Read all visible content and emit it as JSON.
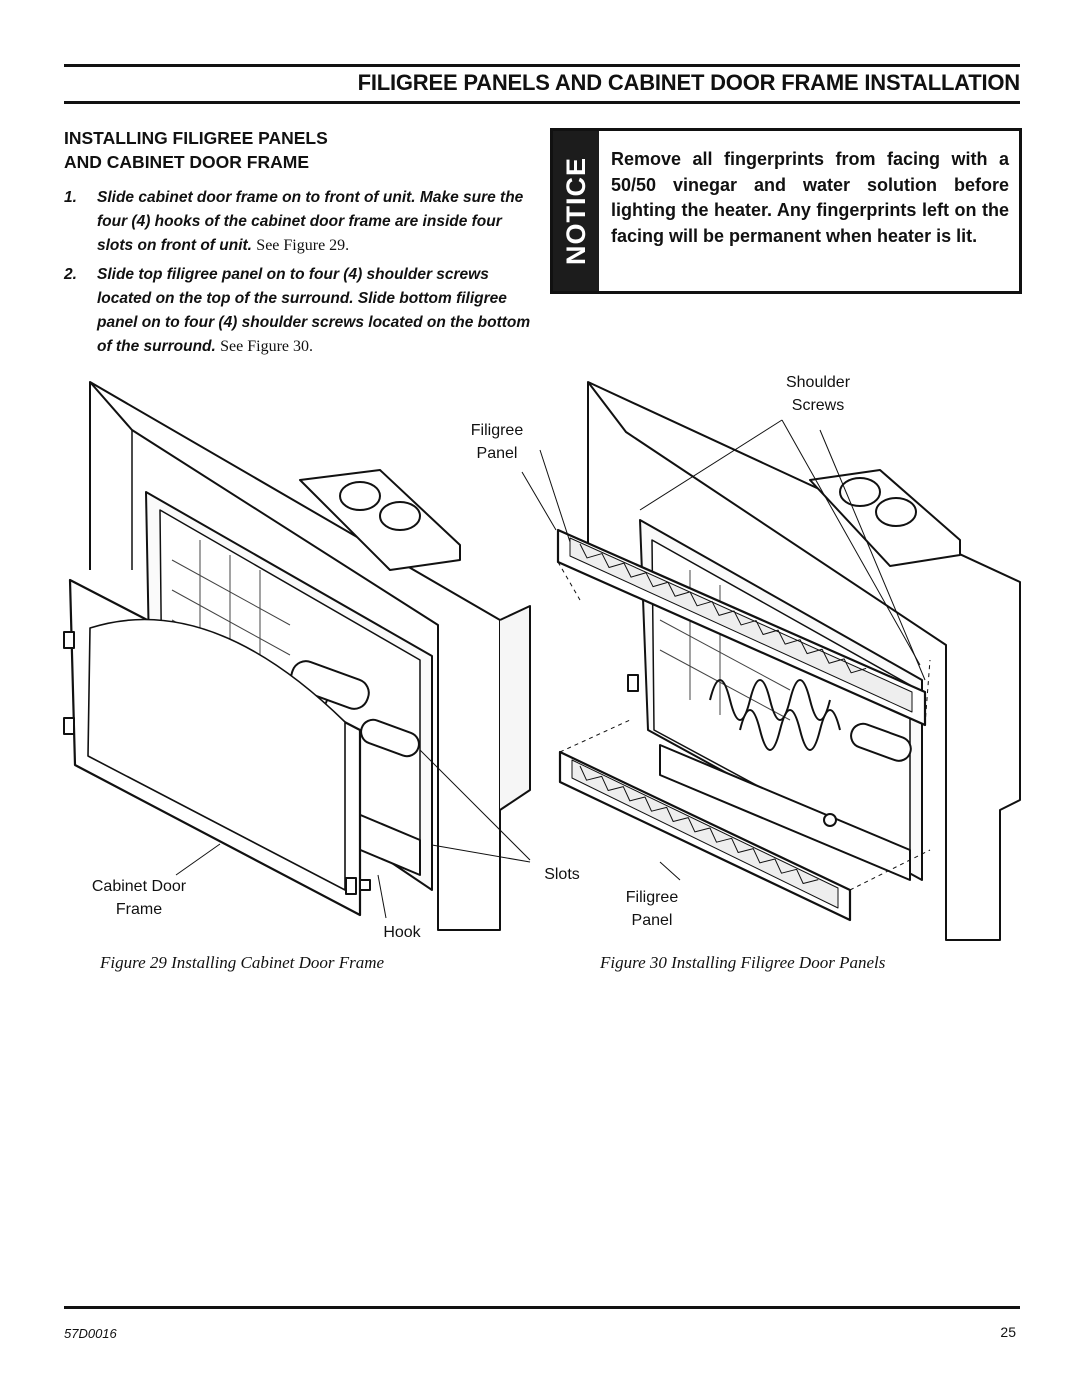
{
  "header": {
    "section_title": "FILIGREE PANELS AND CABINET DOOR FRAME INSTALLATION"
  },
  "subheading": {
    "line1": "INSTALLING FILIGREE PANELS",
    "line2": "AND CABINET DOOR FRAME"
  },
  "steps": [
    {
      "number": "1.",
      "lines": [
        "Slide cabinet door frame on to front of unit. Make sure the",
        "four (4) hooks of the cabinet door frame are inside four",
        "slots on front of unit."
      ],
      "ref": "See Figure 29."
    },
    {
      "number": "2.",
      "lines": [
        "Slide top filigree panel on to four (4) shoulder screws",
        "located on the top of the surround. Slide bottom filigree",
        "panel on to four (4) shoulder screws located on the bottom",
        "of the surround."
      ],
      "ref": "See Figure 30."
    }
  ],
  "notice": {
    "label": "NOTICE",
    "text": "Remove all fingerprints from facing with a 50/50 vinegar and water solution before lighting the heater. Any fingerprints left on the facing will be permanent when heater is lit."
  },
  "figure29": {
    "caption": "Figure 29     Installing Cabinet Door Frame",
    "labels": {
      "filigree_panel": [
        "Filigree",
        "Panel"
      ],
      "cabinet_door_frame": [
        "Cabinet Door",
        "Frame"
      ],
      "hook": "Hook",
      "slots": "Slots"
    }
  },
  "figure30": {
    "caption": "Figure 30     Installing Filigree Door Panels",
    "labels": {
      "shoulder_screws": [
        "Shoulder",
        "Screws"
      ],
      "filigree_panel": [
        "Filigree",
        "Panel"
      ]
    }
  },
  "footer": {
    "doc_code": "57D0016",
    "page_number": "25"
  }
}
